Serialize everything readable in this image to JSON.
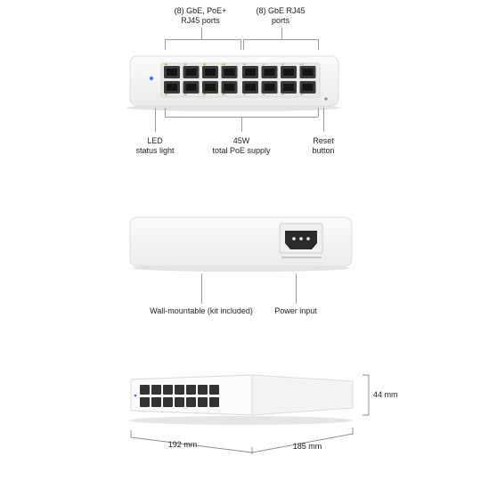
{
  "front_view": {
    "poe_ports_label_line1": "(8) GbE, PoE+",
    "poe_ports_label_line2": "RJ45 ports",
    "rj45_ports_label_line1": "(8) GbE RJ45",
    "rj45_ports_label_line2": "ports",
    "led_label_line1": "LED",
    "led_label_line2": "status light",
    "poe_budget_label_line1": "45W",
    "poe_budget_label_line2": "total PoE supply",
    "reset_label_line1": "Reset",
    "reset_label_line2": "button",
    "led_color": "#3b82f6"
  },
  "rear_view": {
    "wall_mount_label": "Wall-mountable (kit included)",
    "power_input_label": "Power input"
  },
  "dimensions_view": {
    "height_label": "44 mm",
    "width_label": "192 mm",
    "depth_label": "185 mm"
  }
}
